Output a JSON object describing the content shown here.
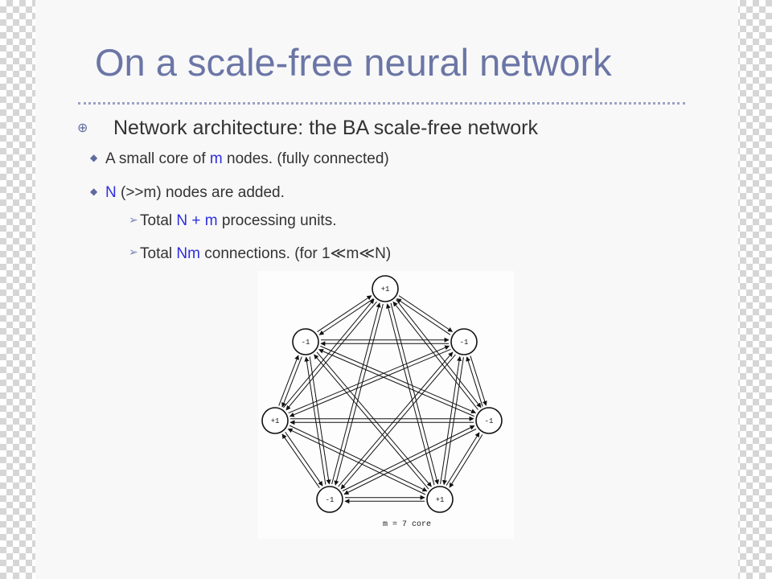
{
  "title": "On a scale-free neural network",
  "colors": {
    "title": "#6b76a6",
    "body_text": "#333333",
    "highlight": "#2e2ee0",
    "bullet": "#5f6b9e"
  },
  "bullets": {
    "main": {
      "mark": "⊕",
      "text": "Network architecture: the BA scale-free network"
    },
    "sub1": {
      "mark": "◆",
      "a": "A small core of ",
      "m": "m",
      "b": " nodes. (fully connected)"
    },
    "sub2": {
      "mark": "◆",
      "n": "N",
      "b": " (>>m) nodes are added."
    },
    "sub3": {
      "mark": "➢",
      "a": "Total ",
      "hl": "N + m",
      "b": " processing units."
    },
    "sub4": {
      "mark": "➢",
      "a": "Total ",
      "hl": "Nm",
      "b": " connections. (for 1≪m≪N)"
    }
  },
  "diagram": {
    "caption": "m = 7 core",
    "nodes": [
      {
        "label": "+1"
      },
      {
        "label": "-1"
      },
      {
        "label": "+1"
      },
      {
        "label": "-1"
      },
      {
        "label": "+1"
      },
      {
        "label": "-1"
      },
      {
        "label": "-1"
      }
    ]
  }
}
